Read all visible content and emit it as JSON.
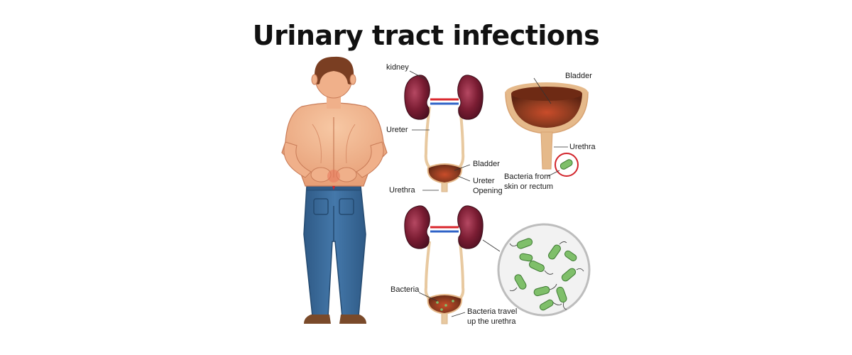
{
  "title": "Urinary tract infections",
  "labels": {
    "top_kidney": "kidney",
    "top_ureter": "Ureter",
    "top_bladder": "Bladder",
    "top_ureter_opening_line1": "Ureter",
    "top_ureter_opening_line2": "Opening",
    "top_urethra": "Urethra",
    "inset_bladder": "Bladder",
    "inset_urethra": "Urethra",
    "inset_bacteria_line1": "Bacteria from",
    "inset_bacteria_line2": "skin or rectum",
    "bottom_bacteria": "Bacteria",
    "bottom_travel_line1": "Bacteria travel",
    "bottom_travel_line2": "up the urethra"
  },
  "colors": {
    "kidney": "#7b1d33",
    "kidney_highlight": "#b54862",
    "ureter": "#e8c9a0",
    "bladder_fill": "#8a3a1f",
    "bladder_rim": "#e5b98a",
    "artery": "#d9262c",
    "vein": "#2f63c7",
    "bacteria": "#7fbf6a",
    "skin": "#f2b48c",
    "jeans": "#3c6d9e",
    "hair": "#7a3e22",
    "shoes": "#7a4a2a",
    "highlight_circle": "#d2232a"
  }
}
